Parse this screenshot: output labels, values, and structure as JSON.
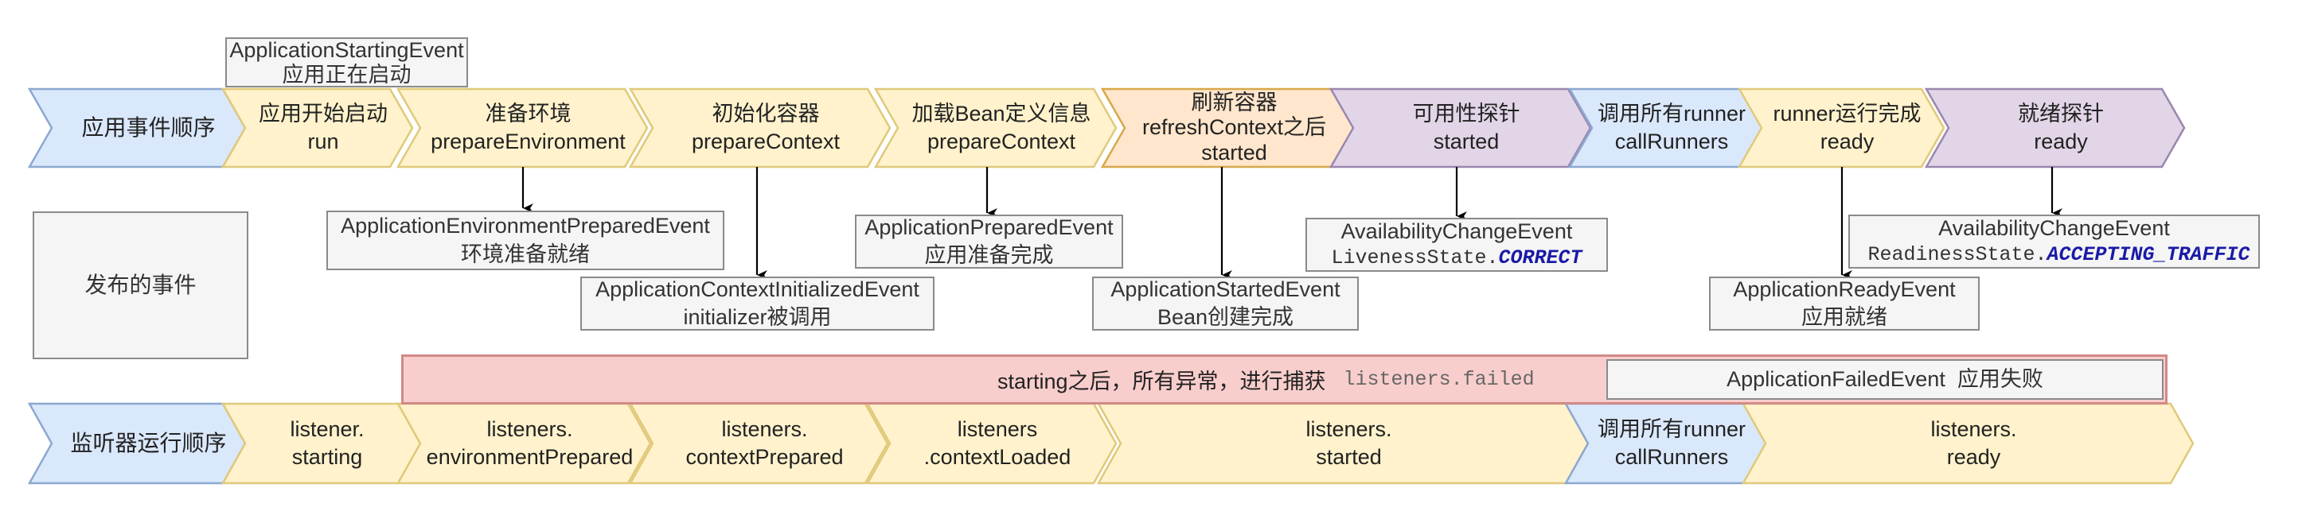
{
  "diagram": {
    "colors": {
      "blue_fill": "#dae8fc",
      "blue_stroke": "#8ba8d0",
      "yellow_fill": "#fff2cc",
      "yellow_stroke": "#e0c97a",
      "orange_fill": "#ffe6cc",
      "orange_stroke": "#d7a84a",
      "purple_fill": "#e1d5e7",
      "purple_stroke": "#9a87ae",
      "event_fill": "#f5f5f5",
      "event_stroke": "#8a8a8a",
      "failure_fill": "#f8cecc",
      "failure_stroke": "#d08a87",
      "keyword_color": "#1a1aa6"
    },
    "event_order_row": {
      "header": "应用事件顺序",
      "steps": [
        {
          "line1": "应用开始启动",
          "line2": "run",
          "color": "yellow"
        },
        {
          "line1": "准备环境",
          "line2": "prepareEnvironment",
          "color": "yellow"
        },
        {
          "line1": "初始化容器",
          "line2": "prepareContext",
          "color": "yellow"
        },
        {
          "line1": "加载Bean定义信息",
          "line2": "prepareContext",
          "color": "yellow"
        },
        {
          "line1": "刷新容器",
          "line2": "refreshContext之后",
          "line3": "started",
          "color": "orange"
        },
        {
          "line1": "可用性探针",
          "line2": "started",
          "color": "purple"
        },
        {
          "line1": "调用所有runner",
          "line2": "callRunners",
          "color": "blue"
        },
        {
          "line1": "runner运行完成",
          "line2": "ready",
          "color": "yellow"
        },
        {
          "line1": "就绪探针",
          "line2": "ready",
          "color": "purple"
        }
      ]
    },
    "published_events_label": "发布的事件",
    "events": [
      {
        "name": "ApplicationStartingEvent",
        "desc": "应用正在启动"
      },
      {
        "name": "ApplicationEnvironmentPreparedEvent",
        "desc": "环境准备就绪"
      },
      {
        "name": "ApplicationContextInitializedEvent",
        "desc": "initializer被调用"
      },
      {
        "name": "ApplicationPreparedEvent",
        "desc": "应用准备完成"
      },
      {
        "name": "ApplicationStartedEvent",
        "desc": "Bean创建完成"
      },
      {
        "name": "AvailabilityChangeEvent",
        "state_prefix": "LivenessState.",
        "state_value": "CORRECT"
      },
      {
        "name": "ApplicationReadyEvent",
        "desc": "应用就绪"
      },
      {
        "name": "AvailabilityChangeEvent",
        "state_prefix": "ReadinessState.",
        "state_value": "ACCEPTING_TRAFFIC"
      }
    ],
    "failure_band": {
      "text": "starting之后，所有异常，进行捕获",
      "code": "listeners.failed",
      "event": "ApplicationFailedEvent  应用失败"
    },
    "listener_order_row": {
      "header": "监听器运行顺序",
      "steps": [
        {
          "line1": "listener.",
          "line2": "starting",
          "color": "yellow"
        },
        {
          "line1": "listeners.",
          "line2": "environmentPrepared",
          "color": "yellow"
        },
        {
          "line1": "listeners.",
          "line2": "contextPrepared",
          "color": "yellow"
        },
        {
          "line1": "listeners",
          "line2": ".contextLoaded",
          "color": "yellow"
        },
        {
          "line1": "listeners.",
          "line2": "started",
          "color": "yellow"
        },
        {
          "line1": "调用所有runner",
          "line2": "callRunners",
          "color": "blue"
        },
        {
          "line1": "listeners.",
          "line2": "ready",
          "color": "yellow"
        }
      ]
    }
  }
}
